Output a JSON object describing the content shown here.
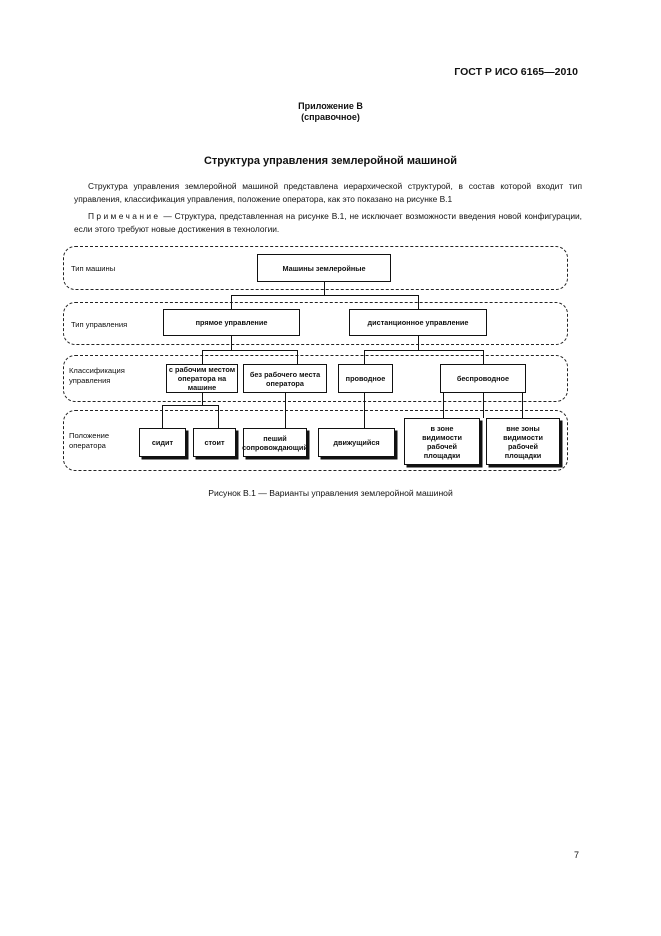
{
  "header": {
    "standard": "ГОСТ Р ИСО 6165—2010"
  },
  "annex": {
    "title": "Приложение В",
    "type": "(справочное)"
  },
  "section_title": "Структура управления землеройной машиной",
  "paragraph": "Структура управления землеройной машиной представлена иерархической структурой, в состав которой входит тип управления, классификация управления, положение оператора, как это показано на рисунке В.1",
  "note": {
    "label": "Примечание",
    "text": " — Структура, представленная на рисунке В.1, не исключает возможности введения новой конфигурации, если этого требуют новые достижения в технологии."
  },
  "diagram": {
    "levels": {
      "machine_type": "Тип машины",
      "control_type": "Тип управления",
      "classification": "Классификация управления",
      "operator_position": "Положение оператора"
    },
    "root": "Машины землеройные",
    "control": {
      "direct": "прямое управление",
      "remote": "дистанционное управление"
    },
    "classes": {
      "with_station": "с рабочим местом оператора на машине",
      "without_station": "без рабочего места оператора",
      "wired": "проводное",
      "wireless": "беспроводное"
    },
    "positions": {
      "sitting": "сидит",
      "standing": "стоит",
      "walking": "пеший сопровождающий",
      "moving": "движущийся",
      "in_view": "в зоне видимости рабочей площадки",
      "out_view": "вне зоны видимости рабочей площадки"
    }
  },
  "figure_caption": "Рисунок В.1 — Варианты управления землеройной машиной",
  "page_number": "7"
}
